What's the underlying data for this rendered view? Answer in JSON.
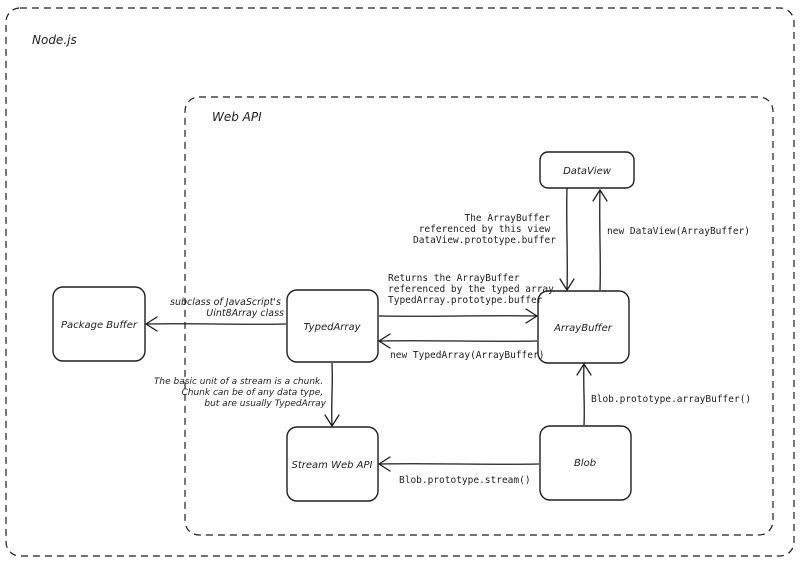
{
  "frames": {
    "nodejs": "Node.js",
    "webapi": "Web API"
  },
  "nodes": {
    "dataview": "DataView",
    "package_buffer": "Package Buffer",
    "typedarray": "TypedArray",
    "arraybuffer": "ArrayBuffer",
    "stream_web_api": "Stream Web API",
    "blob": "Blob"
  },
  "edges": {
    "arraybuffer_to_dataview": "new DataView(ArrayBuffer)",
    "dataview_to_arraybuffer": [
      "The ArrayBuffer",
      "referenced by this view",
      "DataView.prototype.buffer"
    ],
    "typedarray_to_arraybuffer": [
      "Returns the ArrayBuffer",
      "referenced by the typed array",
      "TypedArray.prototype.buffer"
    ],
    "arraybuffer_to_typedarray": "new TypedArray(ArrayBuffer)",
    "typedarray_to_package_buffer": [
      "subclass of JavaScript's",
      "Uint8Array class"
    ],
    "typedarray_to_stream": [
      "The basic unit of a stream is a chunk.",
      "Chunk can be of any data type,",
      "but are usually TypedArray"
    ],
    "blob_to_arraybuffer": "Blob.prototype.arrayBuffer()",
    "blob_to_stream": "Blob.prototype.stream()"
  }
}
